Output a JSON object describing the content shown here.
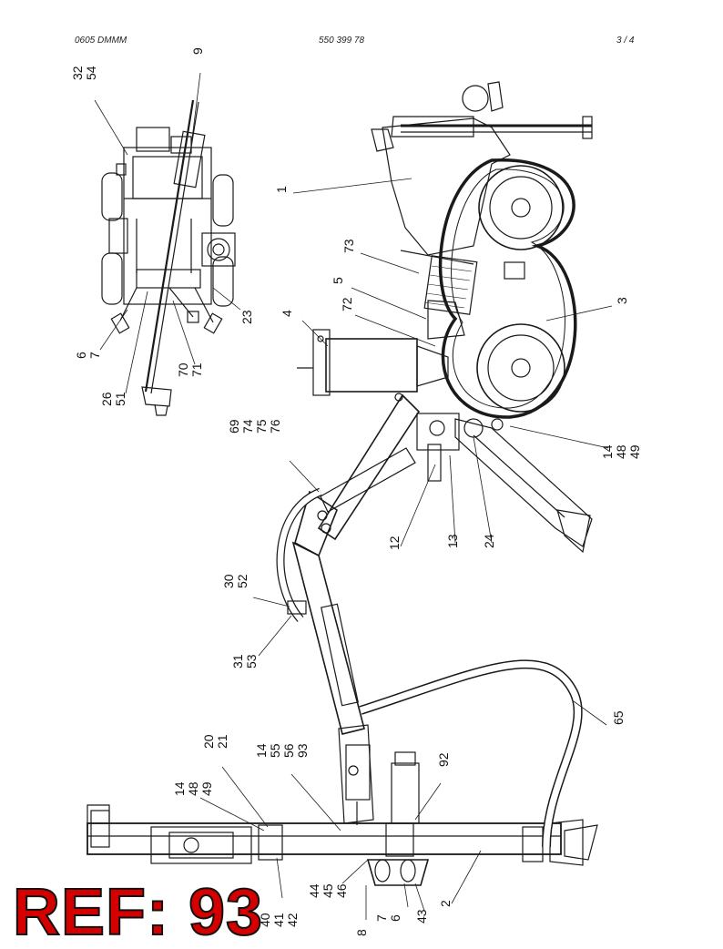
{
  "header": {
    "left": "0605 DMMM",
    "center": "550 399 78",
    "right": "3 /   4"
  },
  "reference": "REF: 93",
  "callouts": [
    {
      "id": "c-32-54",
      "labels": [
        "32",
        "54"
      ]
    },
    {
      "id": "c-9",
      "labels": [
        "9"
      ]
    },
    {
      "id": "c-1",
      "labels": [
        "1"
      ]
    },
    {
      "id": "c-73",
      "labels": [
        "73"
      ]
    },
    {
      "id": "c-5",
      "labels": [
        "5"
      ]
    },
    {
      "id": "c-72",
      "labels": [
        "72"
      ]
    },
    {
      "id": "c-4",
      "labels": [
        "4"
      ]
    },
    {
      "id": "c-3",
      "labels": [
        "3"
      ]
    },
    {
      "id": "c-6-7-top",
      "labels": [
        "6",
        "7"
      ]
    },
    {
      "id": "c-23",
      "labels": [
        "23"
      ]
    },
    {
      "id": "c-70-71",
      "labels": [
        "70",
        "71"
      ]
    },
    {
      "id": "c-26-51",
      "labels": [
        "26",
        "51"
      ]
    },
    {
      "id": "c-69-76",
      "labels": [
        "69",
        "74",
        "75",
        "76"
      ]
    },
    {
      "id": "c-14-48-49-right",
      "labels": [
        "14",
        "48",
        "49"
      ]
    },
    {
      "id": "c-12",
      "labels": [
        "12"
      ]
    },
    {
      "id": "c-13",
      "labels": [
        "13"
      ]
    },
    {
      "id": "c-24",
      "labels": [
        "24"
      ]
    },
    {
      "id": "c-30-52",
      "labels": [
        "30",
        "52"
      ]
    },
    {
      "id": "c-31-53",
      "labels": [
        "31",
        "53"
      ]
    },
    {
      "id": "c-65",
      "labels": [
        "65"
      ]
    },
    {
      "id": "c-20-21",
      "labels": [
        "20",
        "21"
      ]
    },
    {
      "id": "c-14-55-56-93",
      "labels": [
        "14",
        "55",
        "56",
        "93"
      ]
    },
    {
      "id": "c-14-48-49-left",
      "labels": [
        "14",
        "48",
        "49"
      ]
    },
    {
      "id": "c-92",
      "labels": [
        "92"
      ]
    },
    {
      "id": "c-44-45-46",
      "labels": [
        "44",
        "45",
        "46"
      ]
    },
    {
      "id": "c-40-41-42",
      "labels": [
        "40",
        "41",
        "42"
      ]
    },
    {
      "id": "c-7-6",
      "labels": [
        "7",
        "6"
      ]
    },
    {
      "id": "c-43",
      "labels": [
        "43"
      ]
    },
    {
      "id": "c-2",
      "labels": [
        "2"
      ]
    },
    {
      "id": "c-8",
      "labels": [
        "8"
      ]
    }
  ]
}
